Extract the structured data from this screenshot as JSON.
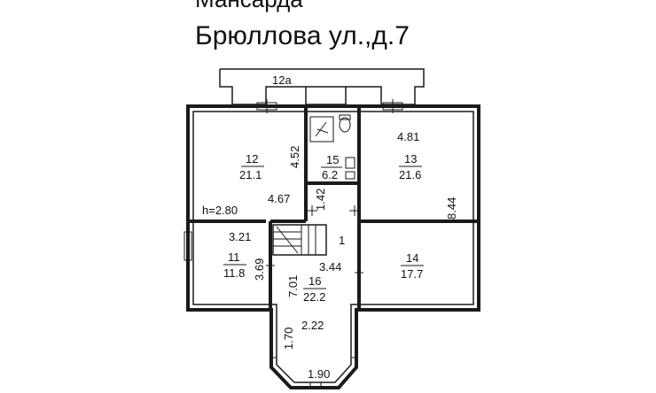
{
  "title": {
    "line1": "Мансарда",
    "line2": "Брюллова ул.,д.7"
  },
  "balcony": {
    "label": "12a"
  },
  "rooms": [
    {
      "id": "room-12",
      "number": "12",
      "area": "21.1"
    },
    {
      "id": "room-13",
      "number": "13",
      "area": "21.6"
    },
    {
      "id": "room-15",
      "number": "15",
      "area": "6.2"
    },
    {
      "id": "room-11",
      "number": "11",
      "area": "11.8"
    },
    {
      "id": "room-14",
      "number": "14",
      "area": "17.7"
    },
    {
      "id": "room-16",
      "number": "16",
      "area": "22.2"
    }
  ],
  "staircase": {
    "label": "1"
  },
  "ceiling_height": "h=2.80",
  "dimensions": {
    "d_4_52": "4.52",
    "d_4_67": "4.67",
    "d_4_81": "4.81",
    "d_8_44": "8.44",
    "d_1_42": "1.42",
    "d_3_21": "3.21",
    "d_3_69": "3.69",
    "d_7_01": "7.01",
    "d_3_44": "3.44",
    "d_2_22": "2.22",
    "d_1_70": "1.70",
    "d_1_90": "1.90"
  }
}
